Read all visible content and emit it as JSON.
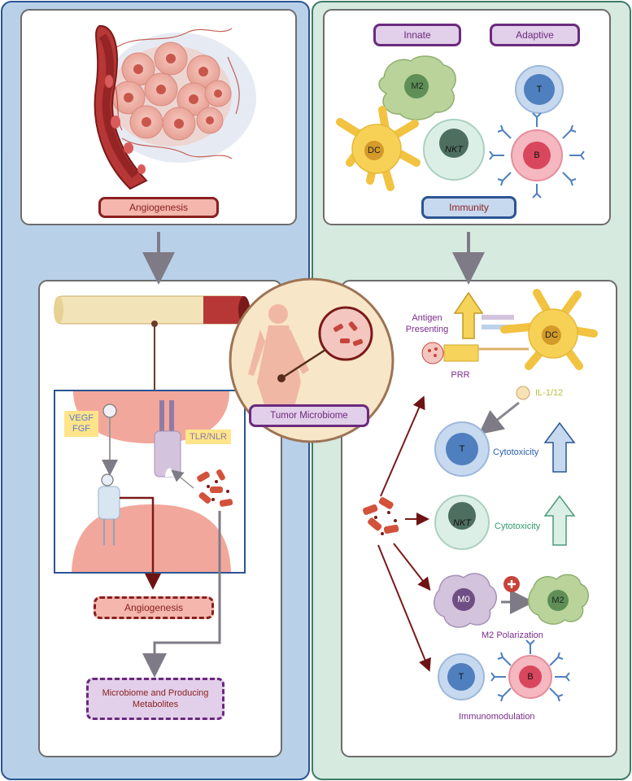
{
  "left_panel": {
    "top_label": "Angiogenesis",
    "vegf_label": "VEGF\nFGF",
    "tlr_label": "TLR/NLR",
    "angio_result": "Angiogenesis",
    "metabolite_result": "Microbiome and Producing Metabolites"
  },
  "center": {
    "label": "Tumor Microbiome"
  },
  "right_panel": {
    "innate_label": "Innate",
    "adaptive_label": "Adaptive",
    "immunity_label": "Immunity",
    "cells": {
      "m2": "M2",
      "t": "T",
      "dc": "DC",
      "nkt": "NKT",
      "b": "B",
      "m0": "M0"
    },
    "antigen_label": "Antigen\nPresenting",
    "prr_label": "PRR",
    "il_label": "IL-1/12",
    "cytotoxicity_t": "Cytotoxicity",
    "cytotoxicity_nkt": "Cytotoxicity",
    "m2_polarization": "M2 Polarization",
    "immunomodulation": "Immunomodulation"
  },
  "colors": {
    "left_bg": "#b9d1e8",
    "right_bg": "#d6eadf",
    "dark_red": "#7a1a1a",
    "purple": "#7b2d8b",
    "blue_border": "#2b5592"
  }
}
